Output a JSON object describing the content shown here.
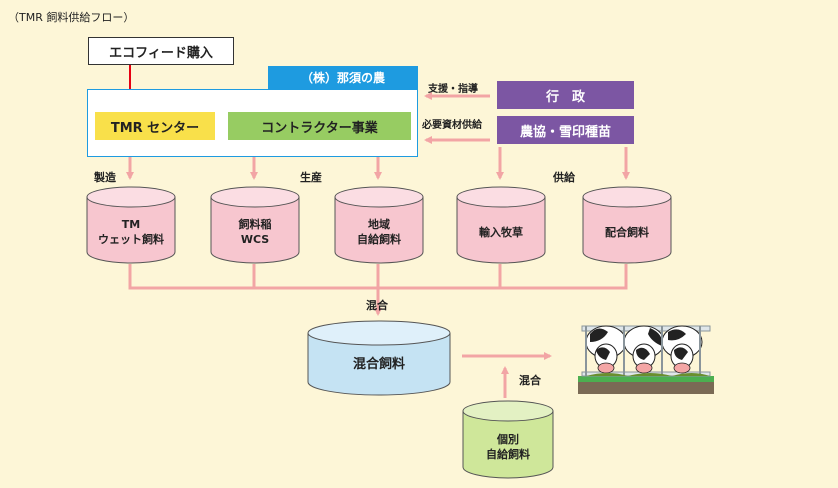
{
  "title": "（TMR 飼料供給フロー）",
  "ecofeed": "エコフィード購入",
  "company": "（株）那須の農",
  "tmr_center": "TMR センター",
  "contractor": "コントラクター事業",
  "gov": "行　政",
  "coop": "農協・雪印種苗",
  "support_label": "支援・指導",
  "materials_label": "必要資材供給",
  "section_labels": {
    "manufacture": "製造",
    "production": "生産",
    "supply": "供給"
  },
  "tanks": [
    {
      "line1": "TM",
      "line2": "ウェット飼料"
    },
    {
      "line1": "飼料稲",
      "line2": "WCS"
    },
    {
      "line1": "地域",
      "line2": "自給飼料"
    },
    {
      "line1": "輸入牧草",
      "line2": ""
    },
    {
      "line1": "配合飼料",
      "line2": ""
    }
  ],
  "mix_label": "混合",
  "mixed_feed": "混合飼料",
  "mix_label_2": "混合",
  "individual": {
    "line1": "個別",
    "line2": "自給飼料"
  },
  "colors": {
    "background": "#fdf6d7",
    "company_border": "#1e9be0",
    "tmr_fill": "#f9e04a",
    "contractor_fill": "#97cc62",
    "purple": "#7c56a3",
    "pink_arrow": "#f2a5a5",
    "red_arrow": "#e60012",
    "tank_pink": "#f7c6cf",
    "tank_blue": "#c5e3f3",
    "tank_green": "#cfe79a"
  }
}
